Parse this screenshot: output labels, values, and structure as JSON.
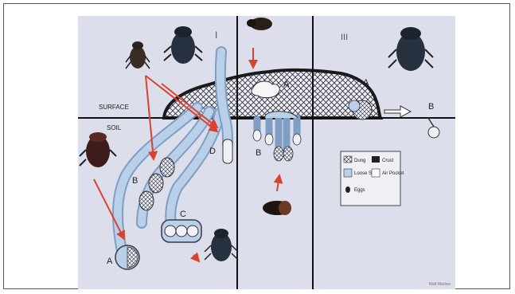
{
  "labels": {
    "panel_1": "I",
    "panel_3": "III",
    "surface": "SURFACE",
    "soil": "SOIL",
    "a_left": "A",
    "b_left": "B",
    "c_left": "C",
    "d_left": "D",
    "a_middle": "A",
    "b_middle": "B",
    "a_right": "A",
    "b_right": "B",
    "credit": "Matt Marlow"
  },
  "legend": [
    {
      "key": "dung",
      "label": "Dung"
    },
    {
      "key": "crust",
      "label": "Crust"
    },
    {
      "key": "loose_soil",
      "label": "Loose Soil"
    },
    {
      "key": "air_pocket",
      "label": "Air Pocket"
    },
    {
      "key": "eggs",
      "label": "Eggs"
    }
  ],
  "colors": {
    "slide_background": "#dcdfeb",
    "tunnel_fill": "#b9d0e8",
    "crust": "#222222",
    "arrows": "#d8432e",
    "panel_lines": "#111111",
    "beetle_body": "#27303f"
  }
}
